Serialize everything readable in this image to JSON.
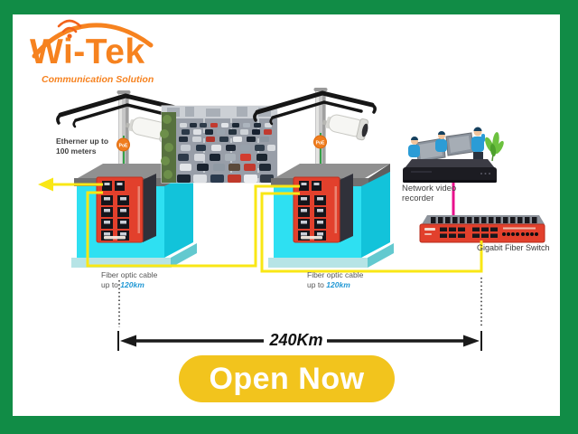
{
  "brand": {
    "name": "Wi-Tek",
    "tagline": "Communication Solution"
  },
  "diagram": {
    "ethernet_label": {
      "line1": "Etherner up to",
      "line2": "100 meters"
    },
    "fiber_left": {
      "line1": "Fiber optic cable",
      "prefix": "up to ",
      "distance": "120km"
    },
    "fiber_right": {
      "line1": "Fiber optic cable",
      "prefix": "up to ",
      "distance": "120km"
    },
    "nvr_label": {
      "line1": "Network video",
      "line2": "recorder"
    },
    "fiber_switch_label": "Gigabit Fiber Switch",
    "total_distance": "240Km",
    "poe_badge": "PoE"
  },
  "cta": {
    "label": "Open Now"
  },
  "colors": {
    "frame_green": "#118c46",
    "brand_orange": "#f6821f",
    "cable_yellow": "#f9e715",
    "device_red": "#e2402c",
    "cabinet_cyan": "#2ee0f2",
    "nvr_cable_magenta": "#e8118c",
    "distance_blue": "#1f97d4",
    "cta_yellow": "#f2c41d"
  }
}
